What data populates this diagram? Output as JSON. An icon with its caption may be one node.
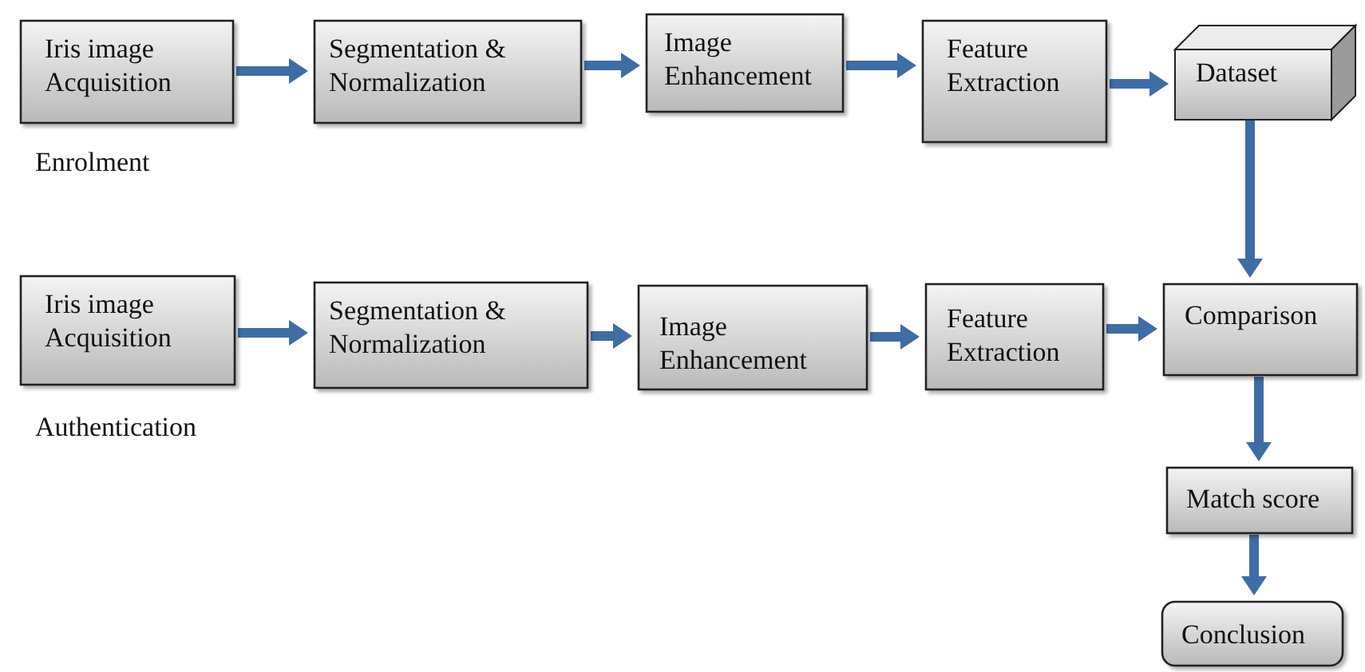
{
  "diagram": {
    "nodes": [
      {
        "text": [
          "Iris image Acquisition"
        ]
      },
      {
        "text": [
          "Segmentation & Normalization"
        ]
      },
      {
        "text": [
          "Image Enhancement"
        ]
      },
      {
        "text": [
          "Feature Extraction"
        ]
      },
      {
        "text": [
          "Dataset"
        ]
      },
      {
        "text": [
          "Iris image Acquisition"
        ]
      },
      {
        "text": [
          "Segmentation & Normalization"
        ]
      },
      {
        "text": [
          "Image Enhancement"
        ]
      },
      {
        "text": [
          "Feature Extraction"
        ]
      },
      {
        "text": [
          "Comparison"
        ]
      },
      {
        "text": [
          "Match score"
        ]
      },
      {
        "text": [
          "Conclusion"
        ]
      }
    ],
    "edges": [
      {
        "from": 0,
        "to": 1,
        "arrow": "to"
      },
      {
        "from": 1,
        "to": 2,
        "arrow": "to"
      },
      {
        "from": 2,
        "to": 3,
        "arrow": "to"
      },
      {
        "from": 3,
        "to": 4,
        "arrow": "to"
      },
      {
        "from": 4,
        "to": 9,
        "arrow": "to"
      },
      {
        "from": 5,
        "to": 6,
        "arrow": "to"
      },
      {
        "from": 6,
        "to": 7,
        "arrow": "to"
      },
      {
        "from": 7,
        "to": 8,
        "arrow": "to"
      },
      {
        "from": 8,
        "to": 9,
        "arrow": "to"
      },
      {
        "from": 9,
        "to": 10,
        "arrow": "to"
      },
      {
        "from": 10,
        "to": 11,
        "arrow": "to"
      }
    ],
    "labels": [
      "Enrolment",
      "Authentication"
    ]
  }
}
